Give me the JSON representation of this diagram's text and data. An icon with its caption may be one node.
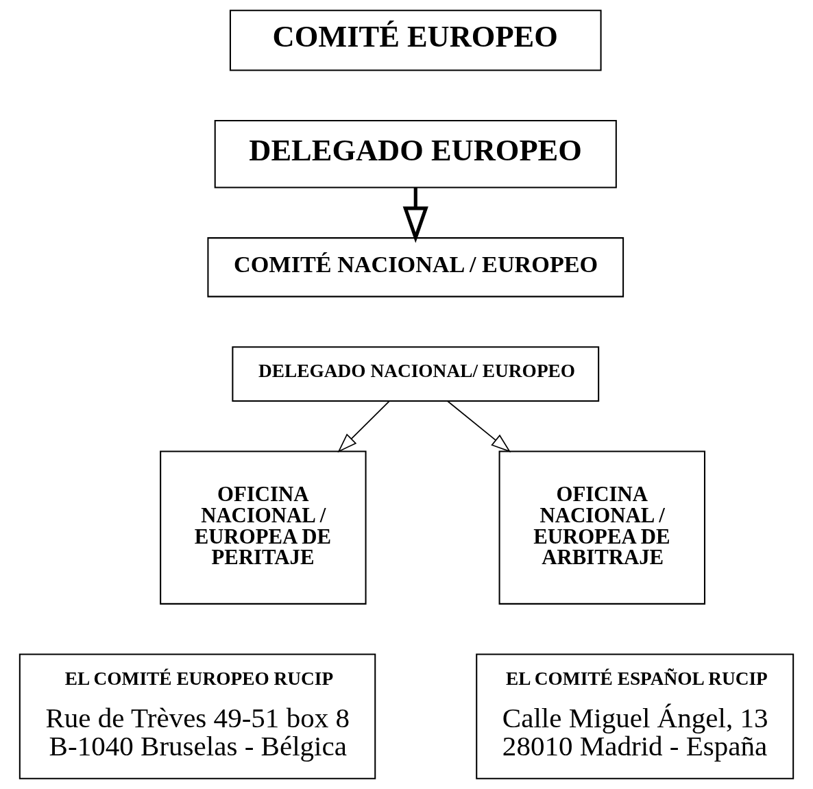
{
  "diagram": {
    "nodes": [
      {
        "text": [
          "COMITÉ EUROPEO"
        ]
      },
      {
        "text": [
          "DELEGADO EUROPEO"
        ]
      },
      {
        "text": [
          "COMITÉ NACIONAL / EUROPEO"
        ]
      },
      {
        "text": [
          "DELEGADO NACIONAL/ EUROPEO"
        ]
      },
      {
        "text": [
          "OFICINA NACIONAL / EUROPEA DE PERITAJE"
        ]
      },
      {
        "text": [
          "OFICINA NACIONAL / EUROPEA DE ARBITRAJE"
        ]
      },
      {
        "text": [
          "EL COMITÉ EUROPEO RUCIP",
          "Rue de Trèves 49-51 box 8 B-1040 Bruselas - Bélgica"
        ]
      },
      {
        "text": [
          "EL COMITÉ ESPAÑOL RUCIP",
          "Calle Miguel Ángel, 13 28010 Madrid - España"
        ]
      }
    ],
    "edges": [
      {
        "from": 1,
        "to": 2,
        "arrow": "to",
        "style": "thick"
      },
      {
        "from": 3,
        "to": 4,
        "arrow": "to"
      },
      {
        "from": 3,
        "to": 5,
        "arrow": "to"
      }
    ]
  }
}
